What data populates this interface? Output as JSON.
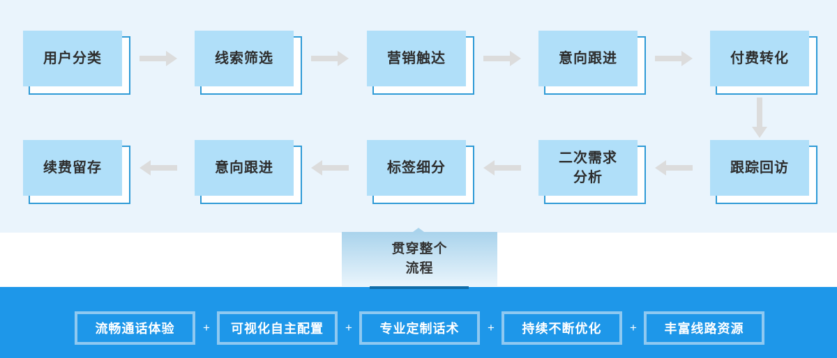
{
  "colors": {
    "section_bg": "#EAF4FC",
    "box_fill": "#B0DFF9",
    "box_outline": "#2E9AD6",
    "box_text": "#2D2D2D",
    "arrow": "#DCDCDC",
    "banner_bg": "#1E97E9",
    "banner_border": "#8FC9F1",
    "banner_text": "#FFFFFF",
    "callout_grad_top": "#A9D3EC",
    "callout_grad_bottom": "#EAF5FC",
    "callout_shadow": "#0F6CA8"
  },
  "flow": {
    "row1": [
      {
        "label": "用户分类"
      },
      {
        "label": "线索筛选"
      },
      {
        "label": "营销触达"
      },
      {
        "label": "意向跟进"
      },
      {
        "label": "付费转化"
      }
    ],
    "row2": [
      {
        "label": "续费留存"
      },
      {
        "label": "意向跟进"
      },
      {
        "label": "标签细分"
      },
      {
        "label": "二次需求\n分析"
      },
      {
        "label": "跟踪回访"
      }
    ]
  },
  "callout": {
    "label": "贯穿整个\n流程"
  },
  "banner": {
    "separator": "+",
    "items": [
      {
        "label": "流畅通话体验"
      },
      {
        "label": "可视化自主配置"
      },
      {
        "label": "专业定制话术"
      },
      {
        "label": "持续不断优化"
      },
      {
        "label": "丰富线路资源"
      }
    ]
  }
}
